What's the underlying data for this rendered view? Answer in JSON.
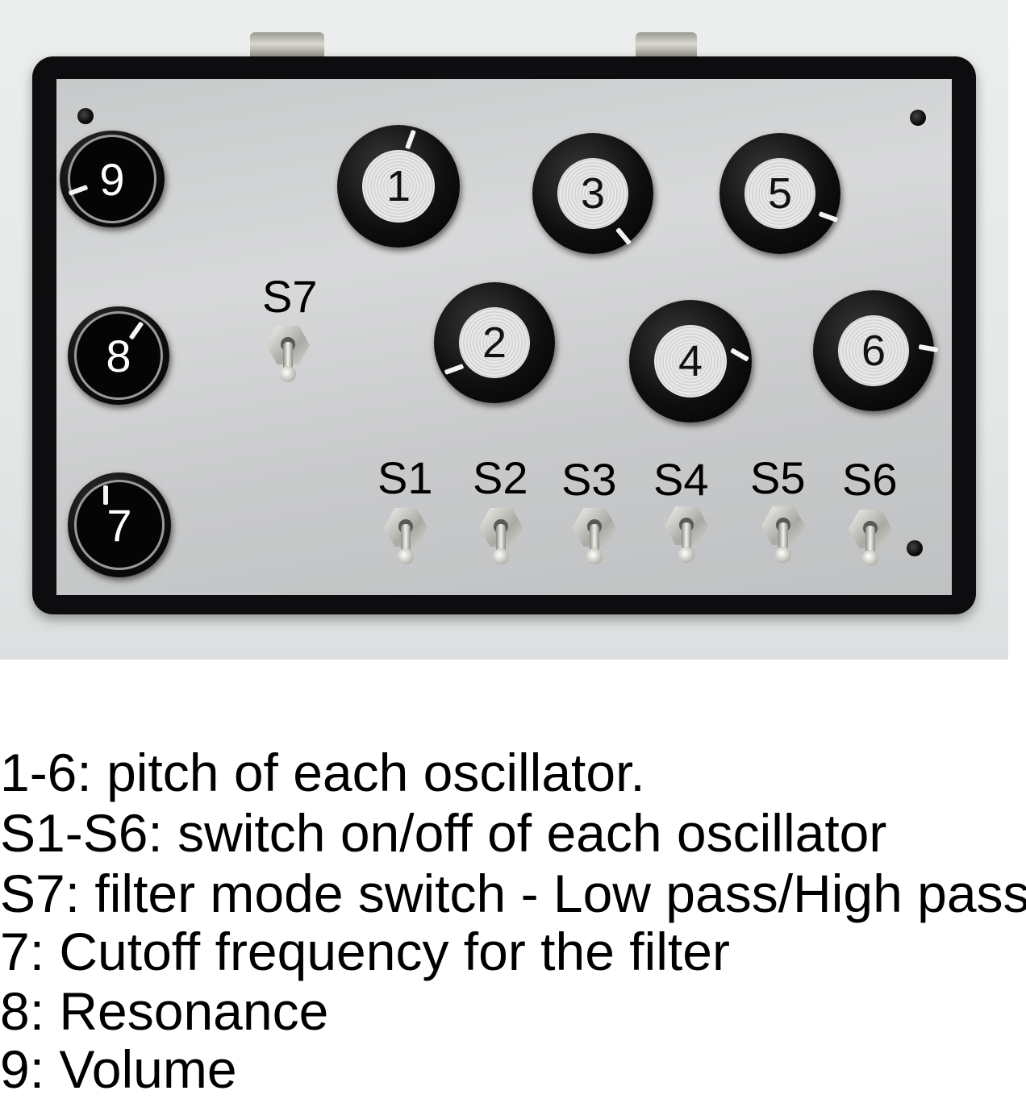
{
  "panel_labels": {
    "knobs": [
      "1",
      "2",
      "3",
      "4",
      "5",
      "6",
      "7",
      "8",
      "9"
    ],
    "switches": [
      "S1",
      "S2",
      "S3",
      "S4",
      "S5",
      "S6",
      "S7"
    ]
  },
  "legend": [
    "1-6: pitch of each oscillator.",
    "S1-S6: switch on/off of each oscillator",
    "S7: filter mode switch - Low pass/High pass",
    "7: Cutoff frequency for the filter",
    "8: Resonance",
    "9: Volume"
  ]
}
